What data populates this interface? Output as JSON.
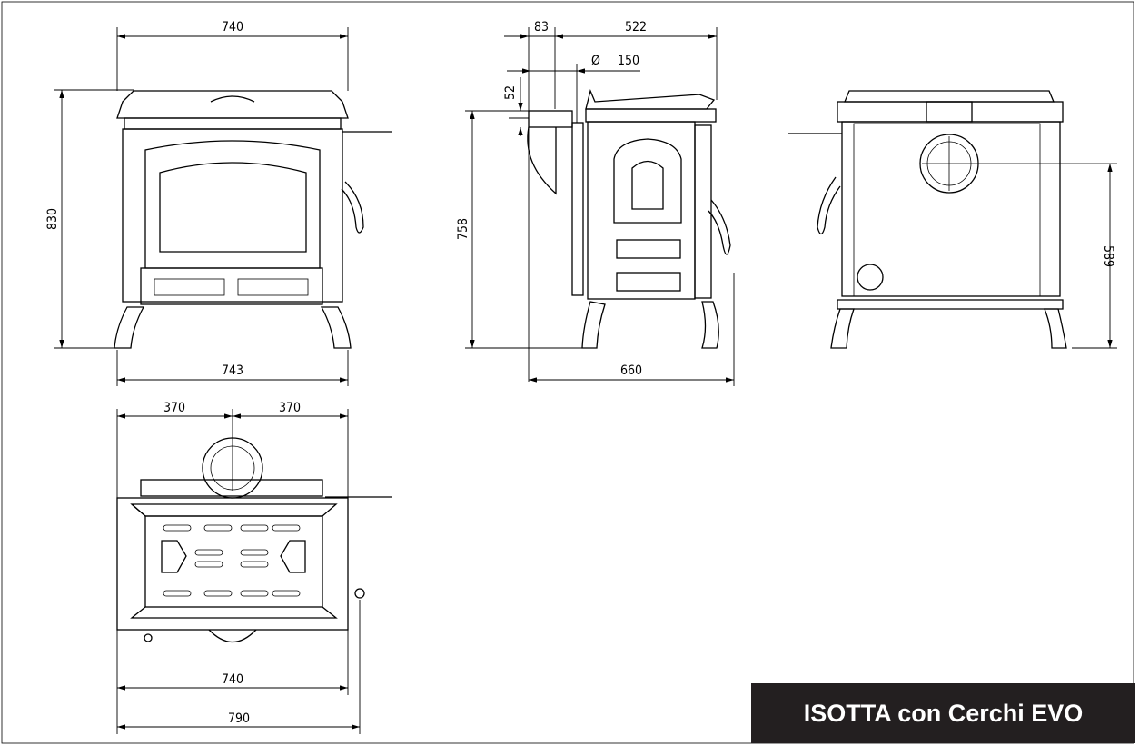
{
  "title": "ISOTTA con Cerchi EVO",
  "front_view": {
    "width_top": "740",
    "height": "830",
    "width_bottom": "743"
  },
  "side_view": {
    "flue_offset": "83",
    "depth_body": "522",
    "flue_diameter_symbol": "Ø",
    "flue_diameter": "150",
    "flue_height_offset": "52",
    "flue_height": "758",
    "depth_total": "660"
  },
  "rear_view": {
    "flue_center_height": "589"
  },
  "top_view": {
    "half_left": "370",
    "half_right": "370",
    "width": "740",
    "width_total": "790"
  }
}
